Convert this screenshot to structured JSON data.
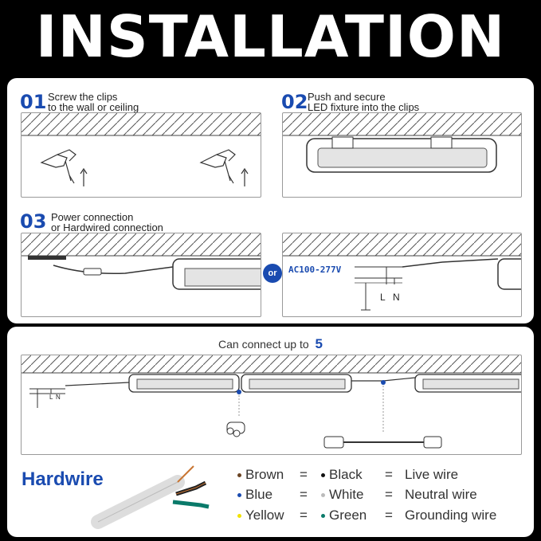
{
  "title": "INSTALLATION",
  "steps": [
    {
      "num": "01",
      "text": "Screw the clips\nto the wall or ceiling"
    },
    {
      "num": "02",
      "text": "Push and secure\nLED fixture into the clips"
    },
    {
      "num": "03",
      "text": "Power connection\nor Hardwired connection"
    }
  ],
  "or_label": "or",
  "voltage": "AC100-277V",
  "wire_labels": {
    "l": "L",
    "n": "N"
  },
  "connect": {
    "text": "Can connect up to",
    "number": "5"
  },
  "hardwire": {
    "title": "Hardwire",
    "rows": [
      {
        "a": "Brown",
        "a_color": "#6b4423",
        "eq1": "=",
        "b": "Black",
        "b_color": "#111111",
        "eq2": "=",
        "meaning": "Live wire"
      },
      {
        "a": "Blue",
        "a_color": "#1a4bb0",
        "eq1": "=",
        "b": "White",
        "b_color": "#bbbbbb",
        "eq2": "=",
        "meaning": "Neutral wire"
      },
      {
        "a": "Yellow",
        "a_color": "#f2e200",
        "eq1": "=",
        "b": "Green",
        "b_color": "#0a7a6a",
        "eq2": "=",
        "meaning": "Grounding wire"
      }
    ]
  },
  "colors": {
    "accent": "#1a4bb0",
    "background": "#000000"
  }
}
